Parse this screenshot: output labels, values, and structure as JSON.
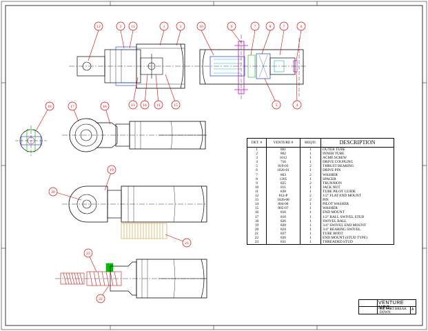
{
  "balloons": {
    "b1": "1",
    "b2": "2",
    "b3": "3",
    "b4": "4",
    "b5": "5",
    "b6": "6",
    "b7a": "7",
    "b7b": "7",
    "b8": "8",
    "b9": "9",
    "b10": "10",
    "b11": "11",
    "b12": "12",
    "b13": "13",
    "b14": "14",
    "b15": "15",
    "b16": "16",
    "b17": "17",
    "b18": "18",
    "b19": "19",
    "b20": "20",
    "b21": "21",
    "b22": "22",
    "b23": "23"
  },
  "bom": {
    "headers": [
      "DET. #",
      "VENTURE #",
      "REQ'D.",
      "DESCRIPTION"
    ],
    "rows": [
      [
        "1",
        "801",
        "1",
        "OUTER TUBE"
      ],
      [
        "2",
        "802",
        "1",
        "INNER TUBE"
      ],
      [
        "3",
        "1012",
        "1",
        "ACME SCREW"
      ],
      [
        "4",
        "716",
        "1",
        "DRIVE COUPLING"
      ],
      [
        "5",
        "819-03",
        "2",
        "THRUST BEARING"
      ],
      [
        "6",
        "1020-01",
        "1",
        "DRIVE PIN"
      ],
      [
        "7",
        "803",
        "2",
        "WASHER"
      ],
      [
        "8",
        "1305",
        "1",
        "SPACER"
      ],
      [
        "9",
        "825",
        "2",
        "TRUNNION"
      ],
      [
        "10",
        "811",
        "1",
        "JACK NUT"
      ],
      [
        "11",
        "838",
        "1",
        "TUBE PILOT GUIDE"
      ],
      [
        "12",
        "812-P",
        "2",
        "1/2\" FLAT END MOUNT"
      ],
      [
        "13",
        "1026-08",
        "2",
        "PIN"
      ],
      [
        "14",
        "804-00",
        "1",
        "PILOT WASHER"
      ],
      [
        "15",
        "805-07",
        "1",
        "WASHER"
      ],
      [
        "16",
        "816",
        "1",
        "END MOUNT"
      ],
      [
        "17",
        "810",
        "1",
        "1/2\" BALL SWIVEL STUD"
      ],
      [
        "18",
        "826",
        "1",
        "SWIVEL BALL"
      ],
      [
        "19",
        "820",
        "1",
        "3/4\" SWIVEL END MOUNT"
      ],
      [
        "20",
        "824",
        "1",
        "3/4\" BEARING SWIVEL"
      ],
      [
        "21",
        "837",
        "1",
        "TUBE BOOT"
      ],
      [
        "22",
        "830",
        "1",
        "END MOUNT (STUD TYPE)"
      ],
      [
        "23",
        "831",
        "1",
        "THREADED STUD"
      ]
    ]
  },
  "title_block": {
    "logo": "VENTURE MFG.",
    "drawing_title": "800 PART BREAK DOWN",
    "revision": "A"
  },
  "colors": {
    "balloon": "#e00000",
    "part_outline": "#000000",
    "boot": "#d9b870",
    "screw": "#d94a4a",
    "highlight_green": "#00c000",
    "pin_magenta": "#cc00cc",
    "bearing_blue": "#3050d0",
    "cyan": "#00b0c8"
  }
}
